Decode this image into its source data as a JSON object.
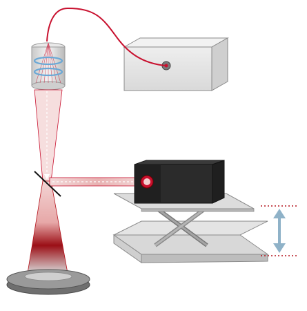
{
  "diagram": {
    "title": "",
    "description_visible_text": "",
    "colors": {
      "fiber_red": "#c8102e",
      "beam_red": "#b3121b",
      "beam_fade": "#f7d7d7",
      "metal_light": "#e7e7e7",
      "metal_mid": "#bdbdbd",
      "metal_dark": "#6e6e6e",
      "box_dark": "#2b2b2b",
      "arrow_blue": "#8fb2c8",
      "dotted_red": "#b3121b",
      "lens_blue": "#6aa8d6"
    },
    "components": [
      {
        "name": "light-source-box"
      },
      {
        "name": "optical-fiber"
      },
      {
        "name": "fiber-collimator-head"
      },
      {
        "name": "beam-splitter"
      },
      {
        "name": "camera"
      },
      {
        "name": "lab-jack"
      },
      {
        "name": "height-adjust-arrow"
      },
      {
        "name": "sample-stage"
      }
    ]
  }
}
